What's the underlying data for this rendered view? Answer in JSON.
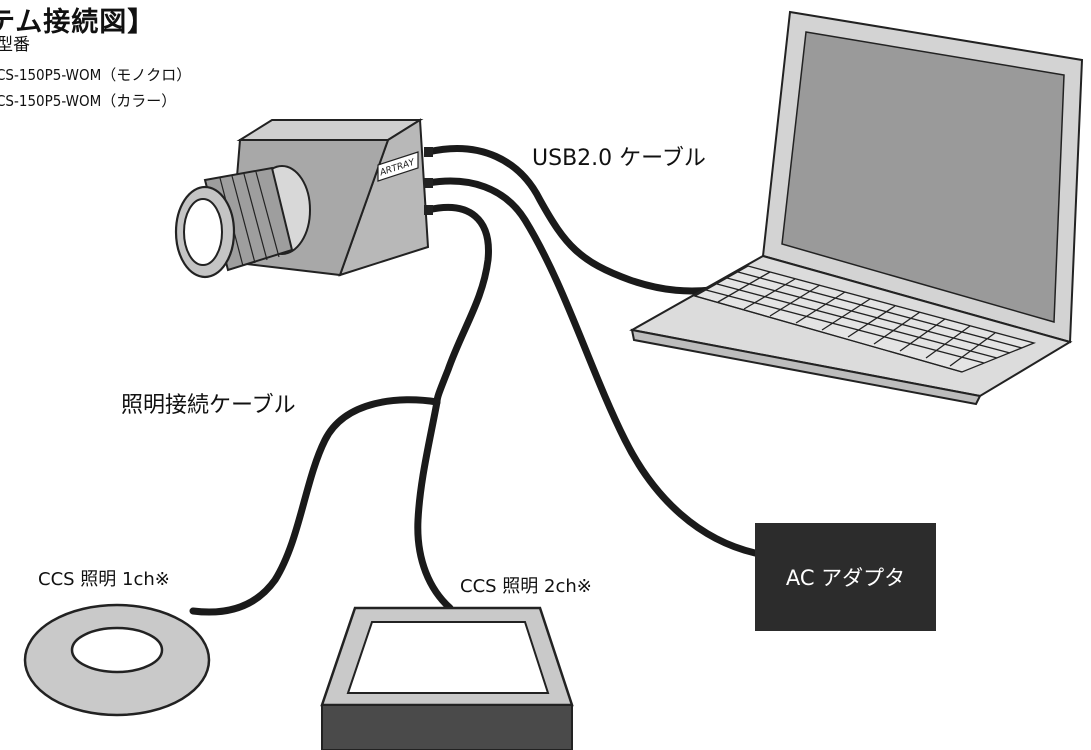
{
  "title": "テム接続図】",
  "model_heading": "型番",
  "models": [
    "CS-150P5-WOM（モノクロ）",
    "CS-150P5-WOM（カラー）"
  ],
  "camera_logo": "ARTRAY",
  "labels": {
    "usb_cable": "USB2.0 ケーブル",
    "light_cable": "照明接続ケーブル",
    "light_1": "CCS 照明 1ch※",
    "light_2": "CCS 照明 2ch※",
    "ac_adapter": "AC アダプタ"
  },
  "colors": {
    "cable": "#1a1a1a",
    "device_gray": "#c9c9c9",
    "camera_gray": "#a8a8a8",
    "screen": "#9a9a9a",
    "box_dark": "#4a4a4a",
    "ac_box": "#2c2c2c"
  }
}
